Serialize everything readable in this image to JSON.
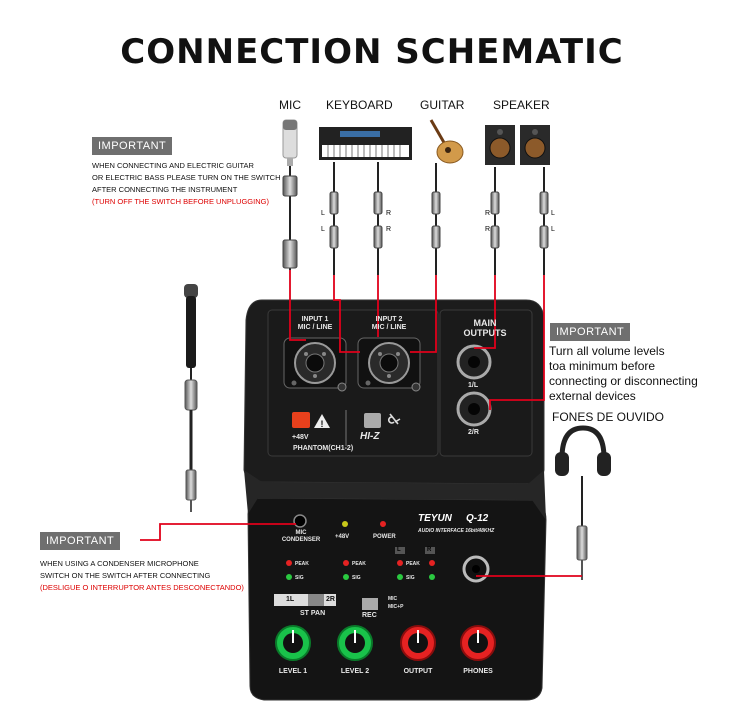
{
  "title": "CONNECTION SCHEMATIC",
  "sources": {
    "mic": "MIC",
    "keyboard": "KEYBOARD",
    "guitar": "GUITAR",
    "speaker": "SPEAKER"
  },
  "lr_marks": {
    "l": "L",
    "r": "R"
  },
  "important_label": "IMPORTANT",
  "note_guitar": {
    "line1": "WHEN CONNECTING AND ELECTRIC GUITAR",
    "line2": "OR ELECTRIC BASS PLEASE TURN ON THE SWITCH",
    "line3": "AFTER CONNECTING THE INSTRUMENT",
    "warning": "(TURN OFF THE SWITCH BEFORE UNPLUGGING)"
  },
  "note_volume": {
    "line1": "Turn all volume levels",
    "line2": "toa minimum before",
    "line3": "connecting or disconnecting",
    "line4": "external devices"
  },
  "headphones_label": "FONES DE OUVIDO",
  "note_condenser": {
    "line1": "WHEN USING A CONDENSER MICROPHONE",
    "line2": "SWITCH ON THE SWITCH AFTER CONNECTING",
    "warning": "(DESLIGUE O INTERRUPTOR ANTES DESCONECTANDO)"
  },
  "device": {
    "input1": "INPUT 1\nMIC / LINE",
    "input2": "INPUT 2\nMIC / LINE",
    "main_outputs": "MAIN\nOUTPUTS",
    "out_l": "1/L",
    "out_r": "2/R",
    "phantom_48v": "+48V",
    "phantom": "PHANTOM(CH1-2)",
    "hiz": "HI-Z",
    "mic_condenser": "MIC\nCONDENSER",
    "led_48v": "+48V",
    "led_power": "POWER",
    "brand": "TEYUN",
    "model": "Q-12",
    "subtitle": "AUDIO INTERFACE 16bit/48KHZ",
    "peak": "PEAK",
    "sig": "SIG",
    "l": "L",
    "r": "R",
    "pan_1l": "1L",
    "pan_2r": "2R",
    "st_pan": "ST PAN",
    "rec": "REC",
    "rec_mic": "MIC",
    "rec_micp": "MIC+P",
    "knob_level1": "LEVEL 1",
    "knob_level2": "LEVEL 2",
    "knob_output": "OUTPUT",
    "knob_phones": "PHONES"
  },
  "colors": {
    "wire": "#e0001a",
    "panel": "#1b1b1b",
    "green_knob": "#19c24a",
    "red_knob": "#e52222"
  }
}
